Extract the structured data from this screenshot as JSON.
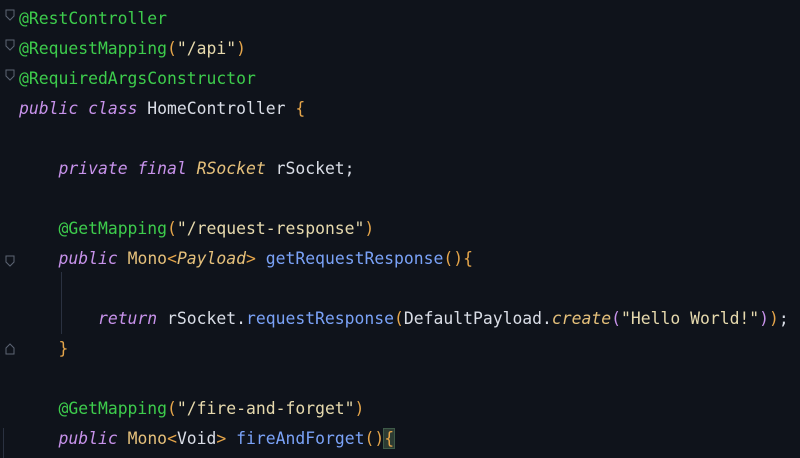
{
  "editor": {
    "language": "java",
    "lines": [
      {
        "id": "l1",
        "tokens": [
          {
            "t": "@RestController",
            "k": "annotation"
          }
        ]
      },
      {
        "id": "l2",
        "tokens": [
          {
            "t": "@RequestMapping",
            "k": "annotation"
          },
          {
            "t": "(",
            "k": "paren"
          },
          {
            "t": "\"/api\"",
            "k": "string"
          },
          {
            "t": ")",
            "k": "paren"
          }
        ]
      },
      {
        "id": "l3",
        "tokens": [
          {
            "t": "@RequiredArgsConstructor",
            "k": "annotation"
          }
        ]
      },
      {
        "id": "l4",
        "tokens": [
          {
            "t": "public",
            "k": "keyword"
          },
          {
            "t": " ",
            "k": "plain"
          },
          {
            "t": "class",
            "k": "keyword"
          },
          {
            "t": " HomeController ",
            "k": "plain"
          },
          {
            "t": "{",
            "k": "brace-gold"
          }
        ]
      },
      {
        "id": "l5",
        "tokens": []
      },
      {
        "id": "l6",
        "tokens": [
          {
            "t": "    ",
            "k": "plain"
          },
          {
            "t": "private",
            "k": "keyword"
          },
          {
            "t": " ",
            "k": "plain"
          },
          {
            "t": "final",
            "k": "keyword"
          },
          {
            "t": " ",
            "k": "plain"
          },
          {
            "t": "RSocket",
            "k": "type-italic"
          },
          {
            "t": " rSocket;",
            "k": "plain"
          }
        ]
      },
      {
        "id": "l7",
        "tokens": []
      },
      {
        "id": "l8",
        "tokens": [
          {
            "t": "    ",
            "k": "plain"
          },
          {
            "t": "@GetMapping",
            "k": "annotation"
          },
          {
            "t": "(",
            "k": "paren"
          },
          {
            "t": "\"/request-response\"",
            "k": "string"
          },
          {
            "t": ")",
            "k": "paren"
          }
        ]
      },
      {
        "id": "l9",
        "tokens": [
          {
            "t": "    ",
            "k": "plain"
          },
          {
            "t": "public",
            "k": "keyword"
          },
          {
            "t": " ",
            "k": "plain"
          },
          {
            "t": "Mono",
            "k": "type"
          },
          {
            "t": "<",
            "k": "paren"
          },
          {
            "t": "Payload",
            "k": "type-italic"
          },
          {
            "t": ">",
            "k": "paren"
          },
          {
            "t": " ",
            "k": "plain"
          },
          {
            "t": "getRequestResponse",
            "k": "method"
          },
          {
            "t": "()",
            "k": "paren"
          },
          {
            "t": "{",
            "k": "brace-gold"
          }
        ]
      },
      {
        "id": "l10",
        "tokens": []
      },
      {
        "id": "l11",
        "tokens": [
          {
            "t": "        ",
            "k": "plain"
          },
          {
            "t": "return",
            "k": "keyword"
          },
          {
            "t": " rSocket.",
            "k": "plain"
          },
          {
            "t": "requestResponse",
            "k": "method"
          },
          {
            "t": "(",
            "k": "paren"
          },
          {
            "t": "DefaultPayload.",
            "k": "plain"
          },
          {
            "t": "create",
            "k": "method-italic"
          },
          {
            "t": "(",
            "k": "paren2"
          },
          {
            "t": "\"Hello World!\"",
            "k": "string"
          },
          {
            "t": ")",
            "k": "paren2"
          },
          {
            "t": ")",
            "k": "paren"
          },
          {
            "t": ";",
            "k": "plain"
          }
        ]
      },
      {
        "id": "l12",
        "tokens": [
          {
            "t": "    ",
            "k": "plain"
          },
          {
            "t": "}",
            "k": "brace-gold"
          }
        ]
      },
      {
        "id": "l13",
        "tokens": []
      },
      {
        "id": "l14",
        "tokens": [
          {
            "t": "    ",
            "k": "plain"
          },
          {
            "t": "@GetMapping",
            "k": "annotation"
          },
          {
            "t": "(",
            "k": "paren"
          },
          {
            "t": "\"/fire-and-forget\"",
            "k": "string"
          },
          {
            "t": ")",
            "k": "paren"
          }
        ]
      },
      {
        "id": "l15",
        "tokens": [
          {
            "t": "    ",
            "k": "plain"
          },
          {
            "t": "public",
            "k": "keyword"
          },
          {
            "t": " ",
            "k": "plain"
          },
          {
            "t": "Mono",
            "k": "type"
          },
          {
            "t": "<",
            "k": "paren"
          },
          {
            "t": "Void",
            "k": "plain"
          },
          {
            "t": ">",
            "k": "paren"
          },
          {
            "t": " ",
            "k": "plain"
          },
          {
            "t": "fireAndForget",
            "k": "method"
          },
          {
            "t": "()",
            "k": "paren"
          },
          {
            "t": "{",
            "k": "brace-gold caret-brace"
          }
        ]
      }
    ],
    "fold_icons": [
      "fold-marker-icon"
    ],
    "colors": {
      "background": "#0f131b",
      "annotation": "#3dcc4c",
      "string": "#e6d9ad",
      "keyword": "#c792ea",
      "type": "#e5c07b",
      "method": "#7aa2f7",
      "plain": "#d9dde6"
    }
  }
}
